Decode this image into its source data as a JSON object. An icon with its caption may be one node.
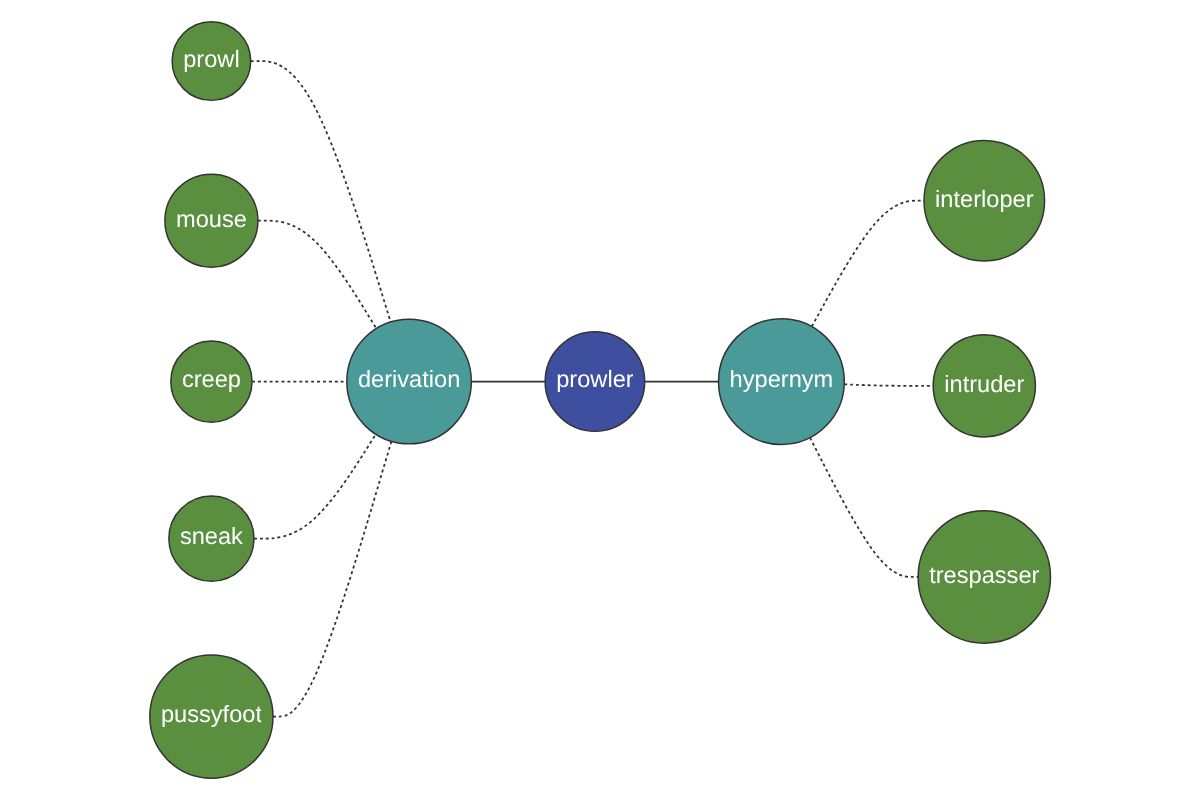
{
  "diagram": {
    "nodes": [
      {
        "text": [
          "prowl"
        ]
      },
      {
        "text": [
          "mouse"
        ]
      },
      {
        "text": [
          "creep"
        ]
      },
      {
        "text": [
          "sneak"
        ]
      },
      {
        "text": [
          "pussyfoot"
        ]
      },
      {
        "text": [
          "derivation"
        ]
      },
      {
        "text": [
          "prowler"
        ]
      },
      {
        "text": [
          "hypernym"
        ]
      },
      {
        "text": [
          "interloper"
        ]
      },
      {
        "text": [
          "intruder"
        ]
      },
      {
        "text": [
          "trespasser"
        ]
      }
    ],
    "edges": [
      {
        "from": 5,
        "to": 6,
        "arrow": "none"
      },
      {
        "from": 6,
        "to": 7,
        "arrow": "none"
      },
      {
        "from": 0,
        "to": 5,
        "arrow": "none",
        "style": "dashed"
      },
      {
        "from": 1,
        "to": 5,
        "arrow": "none",
        "style": "dashed"
      },
      {
        "from": 2,
        "to": 5,
        "arrow": "none",
        "style": "dashed"
      },
      {
        "from": 3,
        "to": 5,
        "arrow": "none",
        "style": "dashed"
      },
      {
        "from": 4,
        "to": 5,
        "arrow": "none",
        "style": "dashed"
      },
      {
        "from": 7,
        "to": 8,
        "arrow": "none",
        "style": "dashed"
      },
      {
        "from": 7,
        "to": 9,
        "arrow": "none",
        "style": "dashed"
      },
      {
        "from": 7,
        "to": 10,
        "arrow": "none",
        "style": "dashed"
      }
    ]
  }
}
